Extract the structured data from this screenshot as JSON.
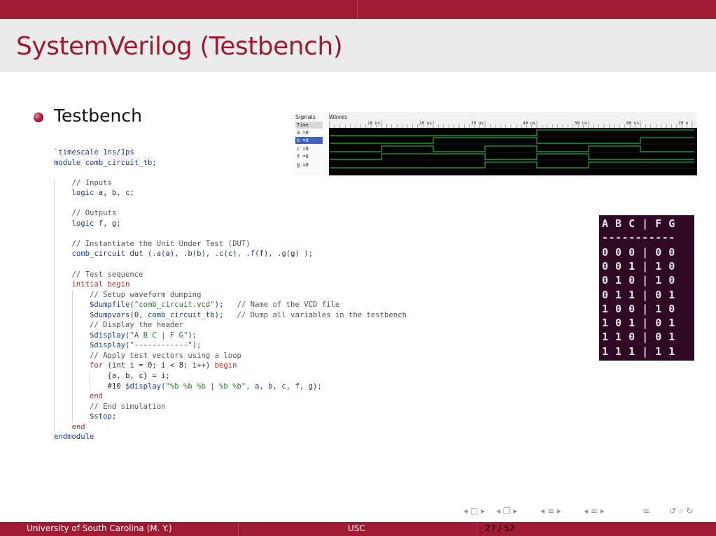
{
  "slide": {
    "title": "SystemVerilog (Testbench)",
    "bullet": "Testbench"
  },
  "code": [
    [
      [
        "c-mid",
        "`timescale 1ns/1ps"
      ]
    ],
    [
      [
        "c-bl",
        "module "
      ],
      [
        "c-mid",
        "comb_circuit_tb;"
      ]
    ],
    [
      [
        "",
        ""
      ]
    ],
    [
      [
        "",
        "    "
      ],
      [
        "c-cm",
        "// Inputs"
      ]
    ],
    [
      [
        "",
        "    "
      ],
      [
        "c-bl",
        "logic "
      ],
      [
        "",
        "a, b, c;"
      ]
    ],
    [
      [
        "",
        ""
      ]
    ],
    [
      [
        "",
        "    "
      ],
      [
        "c-cm",
        "// Outputs"
      ]
    ],
    [
      [
        "",
        "    "
      ],
      [
        "c-bl",
        "logic "
      ],
      [
        "",
        "f, g;"
      ]
    ],
    [
      [
        "",
        ""
      ]
    ],
    [
      [
        "",
        "    "
      ],
      [
        "c-cm",
        "// Instantiate the Unit Under Test (DUT)"
      ]
    ],
    [
      [
        "",
        "    "
      ],
      [
        "c-mid",
        "comb_circuit "
      ],
      [
        "",
        "dut ("
      ],
      [
        "c-mid",
        ".a("
      ],
      [
        "",
        "a"
      ],
      [
        "c-mid",
        "), .b("
      ],
      [
        "",
        "b"
      ],
      [
        "c-mid",
        "), .c("
      ],
      [
        "",
        "c"
      ],
      [
        "c-mid",
        "), .f("
      ],
      [
        "",
        "f"
      ],
      [
        "c-mid",
        "), .g("
      ],
      [
        "",
        "g"
      ],
      [
        "c-mid",
        ") );"
      ]
    ],
    [
      [
        "",
        ""
      ]
    ],
    [
      [
        "",
        "    "
      ],
      [
        "c-cm",
        "// Test sequence"
      ]
    ],
    [
      [
        "",
        "    "
      ],
      [
        "c-kw",
        "initial begin"
      ]
    ],
    [
      [
        "",
        "        "
      ],
      [
        "c-cm",
        "// Setup waveform dumping"
      ]
    ],
    [
      [
        "",
        "        "
      ],
      [
        "c-sy",
        "$dumpfile("
      ],
      [
        "c-st",
        "\"comb_circuit.vcd\""
      ],
      [
        "c-sy",
        ");"
      ],
      [
        "c-cm",
        "   // Name of the VCD file"
      ]
    ],
    [
      [
        "",
        "        "
      ],
      [
        "c-sy",
        "$dumpvars("
      ],
      [
        "",
        "0, "
      ],
      [
        "c-sy",
        "comb_circuit_tb);"
      ],
      [
        "c-cm",
        "   // Dump all variables in the testbench"
      ]
    ],
    [
      [
        "",
        "        "
      ],
      [
        "c-cm",
        "// Display the header"
      ]
    ],
    [
      [
        "",
        "        "
      ],
      [
        "c-sy",
        "$display("
      ],
      [
        "c-st",
        "\"A B C | F G\""
      ],
      [
        "c-sy",
        ");"
      ]
    ],
    [
      [
        "",
        "        "
      ],
      [
        "c-sy",
        "$display("
      ],
      [
        "c-st",
        "\"------------\""
      ],
      [
        "c-sy",
        ");"
      ]
    ],
    [
      [
        "",
        "        "
      ],
      [
        "c-cm",
        "// Apply test vectors using a loop"
      ]
    ],
    [
      [
        "",
        "        "
      ],
      [
        "c-kw",
        "for "
      ],
      [
        "",
        "("
      ],
      [
        "c-bl",
        "int "
      ],
      [
        "",
        "i = 0; i < 8; i++) "
      ],
      [
        "c-kw",
        "begin"
      ]
    ],
    [
      [
        "",
        "            "
      ],
      [
        "",
        "{a, b, c} = i;"
      ]
    ],
    [
      [
        "",
        "            "
      ],
      [
        "",
        "#10 "
      ],
      [
        "c-sy",
        "$display("
      ],
      [
        "c-st",
        "\"%b %b %b | %b %b\""
      ],
      [
        "c-sy",
        ", a, b, c, f, g);"
      ]
    ],
    [
      [
        "",
        "        "
      ],
      [
        "c-kw",
        "end"
      ]
    ],
    [
      [
        "",
        "        "
      ],
      [
        "c-cm",
        "// End simulation"
      ]
    ],
    [
      [
        "",
        "        "
      ],
      [
        "c-sy",
        "$stop;"
      ]
    ],
    [
      [
        "",
        "    "
      ],
      [
        "c-kw",
        "end"
      ]
    ],
    [
      [
        "c-bl",
        "endmodule"
      ]
    ]
  ],
  "waveform": {
    "signals_header": "Signals",
    "waves_header": "Waves",
    "signals": [
      "Time",
      "a =0",
      "b =0",
      "c =0",
      "f =0",
      "g =0"
    ],
    "time_labels": [
      "10 ns",
      "20 ns",
      "30 ns",
      "40 ns",
      "50 ns",
      "60 ns",
      "70 n"
    ],
    "period_ns": 10,
    "total_ns": 70,
    "traces": {
      "a": [
        0,
        0,
        0,
        0,
        1,
        1,
        1
      ],
      "b": [
        0,
        0,
        1,
        1,
        0,
        0,
        1
      ],
      "c": [
        0,
        1,
        0,
        1,
        0,
        1,
        0
      ],
      "f": [
        0,
        1,
        1,
        0,
        1,
        0,
        0
      ],
      "g": [
        0,
        0,
        0,
        1,
        0,
        1,
        1
      ]
    },
    "colors": {
      "background": "#000000",
      "trace": "#2ecc40",
      "grid": "#3a3a3a"
    }
  },
  "truth_table": {
    "lines": [
      "A B C | F G",
      "-----------",
      "0 0 0 | 0 0",
      "0 0 1 | 1 0",
      "0 1 0 | 1 0",
      "0 1 1 | 0 1",
      "1 0 0 | 1 0",
      "1 0 1 | 0 1",
      "1 1 0 | 0 1",
      "1 1 1 | 1 1"
    ],
    "background": "#300a24"
  },
  "footer": {
    "left": "University of South Carolina  (M. Y.)",
    "center": "USC",
    "page": "27 / 52"
  },
  "colors": {
    "accent": "#9e1b32"
  }
}
